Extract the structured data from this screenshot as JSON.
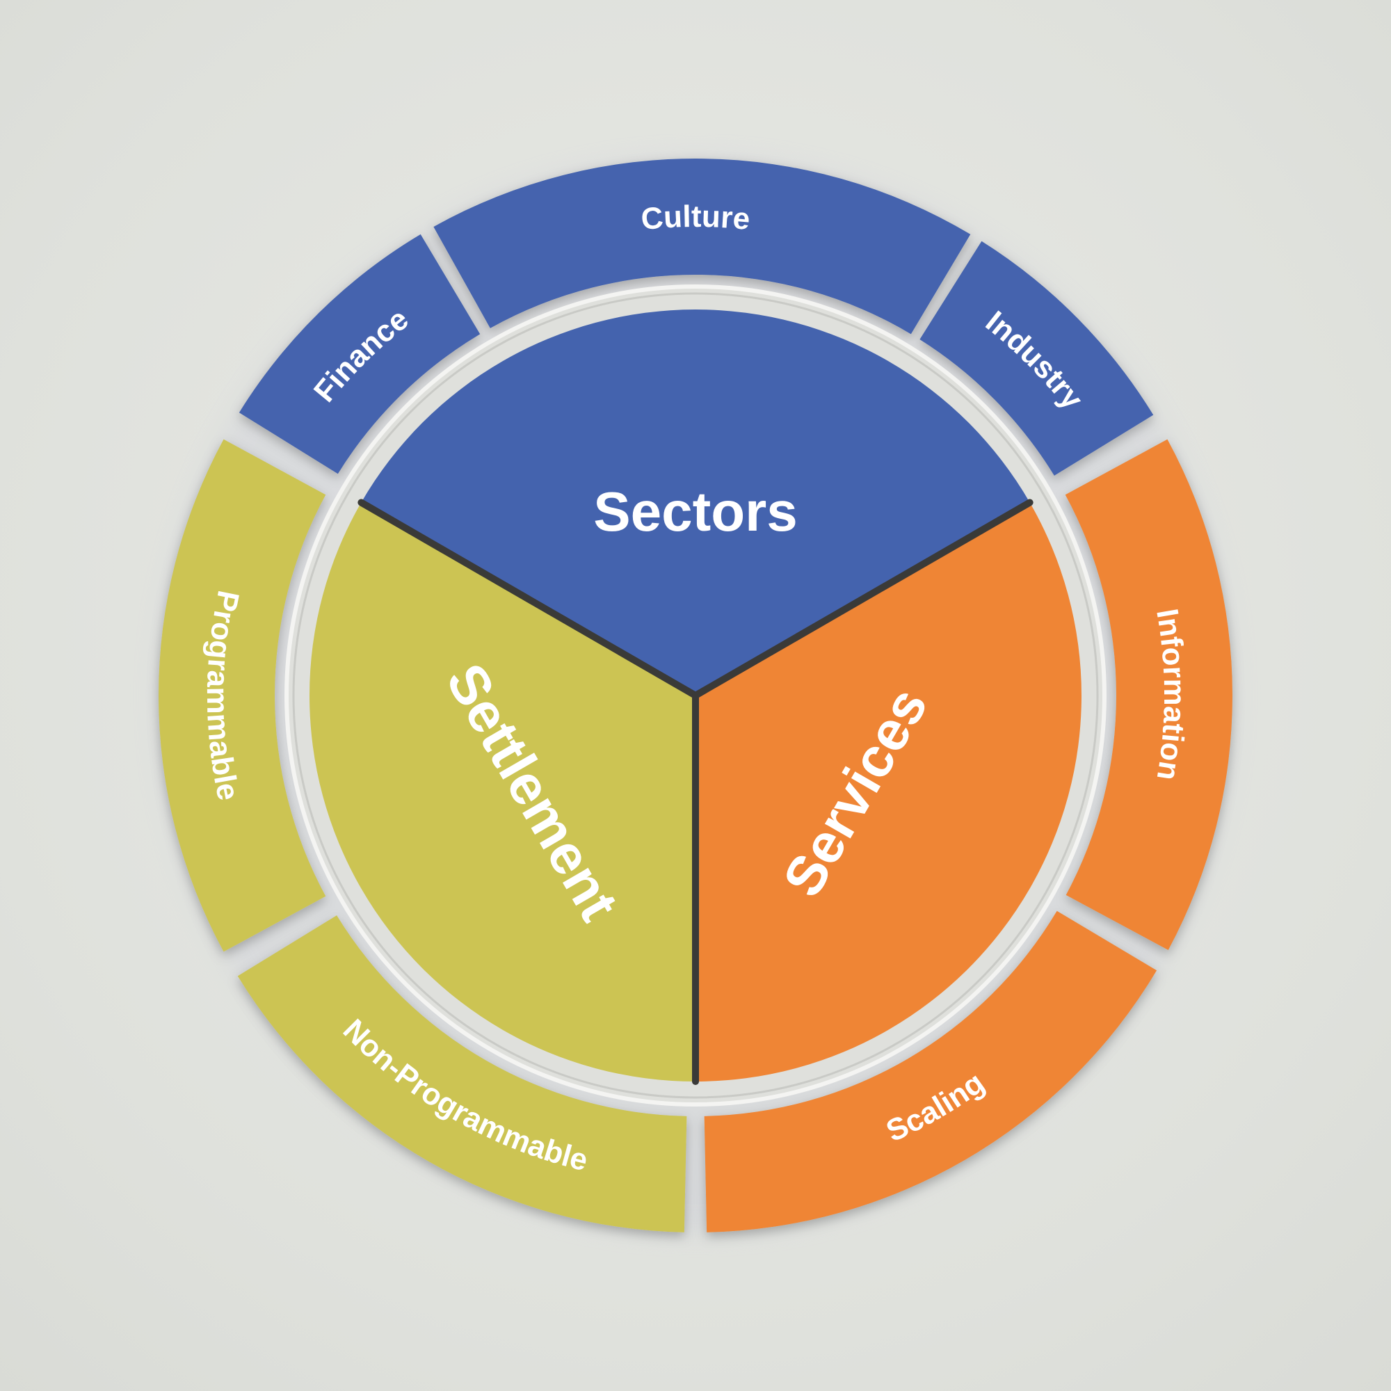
{
  "diagram": {
    "inner": [
      {
        "id": "sectors",
        "label": "Sectors",
        "color": "#4463ae"
      },
      {
        "id": "services",
        "label": "Services",
        "color": "#ef8535"
      },
      {
        "id": "settlement",
        "label": "Settlement",
        "color": "#ccc453"
      }
    ],
    "outer": [
      {
        "id": "finance",
        "label": "Finance",
        "color": "#4463ae"
      },
      {
        "id": "culture",
        "label": "Culture",
        "color": "#4463ae"
      },
      {
        "id": "industry",
        "label": "Industry",
        "color": "#4463ae"
      },
      {
        "id": "information",
        "label": "Information",
        "color": "#ef8535"
      },
      {
        "id": "scaling",
        "label": "Scaling",
        "color": "#ef8535"
      },
      {
        "id": "non-programmable",
        "label": "Non-Programmable",
        "color": "#ccc453"
      },
      {
        "id": "programmable",
        "label": "Programmable",
        "color": "#ccc453"
      }
    ]
  }
}
